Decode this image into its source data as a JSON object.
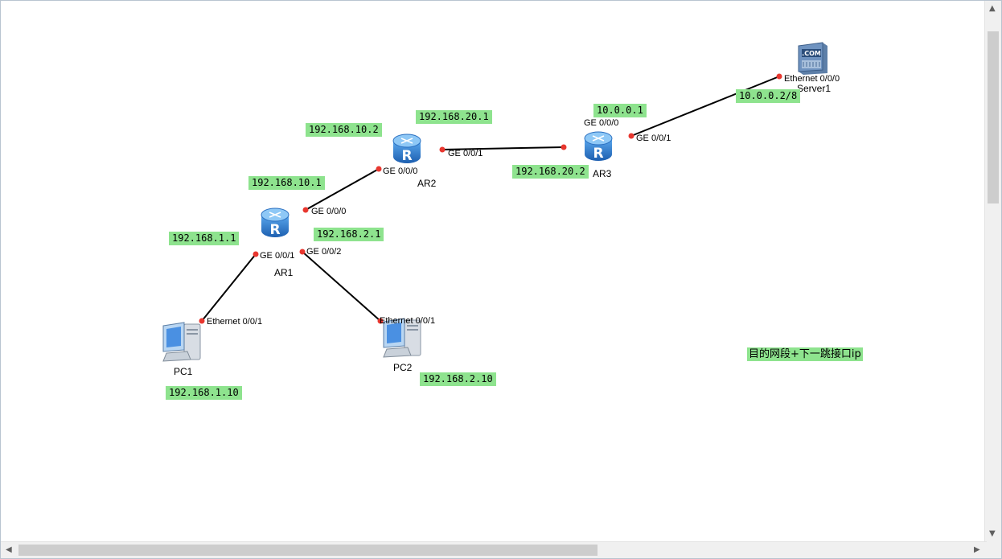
{
  "devices": {
    "ar1": {
      "name": "AR1"
    },
    "ar2": {
      "name": "AR2"
    },
    "ar3": {
      "name": "AR3"
    },
    "pc1": {
      "name": "PC1"
    },
    "pc2": {
      "name": "PC2"
    },
    "server1": {
      "name": "Server1",
      "badge": ".COM"
    }
  },
  "router_icon_letter": "R",
  "ports": {
    "ar1_ge000": "GE 0/0/0",
    "ar1_ge001": "GE 0/0/1",
    "ar1_ge002": "GE 0/0/2",
    "ar2_ge000": "GE 0/0/0",
    "ar2_ge001": "GE 0/0/1",
    "ar3_ge000": "GE 0/0/0",
    "ar3_ge001": "GE 0/0/1",
    "pc1_eth": "Ethernet 0/0/1",
    "pc2_eth": "Ethernet 0/0/1",
    "server1_eth": "Ethernet 0/0/0"
  },
  "ip_labels": {
    "ar2_ge000_ip": "192.168.10.2",
    "ar2_ge001_ip": "192.168.20.1",
    "ar3_ge000_ip": "10.0.0.1",
    "server1_ip": "10.0.0.2/8",
    "ar1_ge000_ip": "192.168.10.1",
    "ar3_ge001_ip": "192.168.20.2",
    "ar1_ge001_ip": "192.168.1.1",
    "ar1_ge002_ip": "192.168.2.1",
    "pc1_ip": "192.168.1.10",
    "pc2_ip": "192.168.2.10"
  },
  "note": "目的网段+下一跳接口ip",
  "colors": {
    "label_bg": "#8ee38e",
    "port_dot": "#e8372f",
    "link": "#000000",
    "router_body": "#2f7fd6"
  },
  "scrollbars": {
    "up_arrow": "▲",
    "down_arrow": "▼",
    "left_arrow": "◀",
    "right_arrow": "▶"
  }
}
